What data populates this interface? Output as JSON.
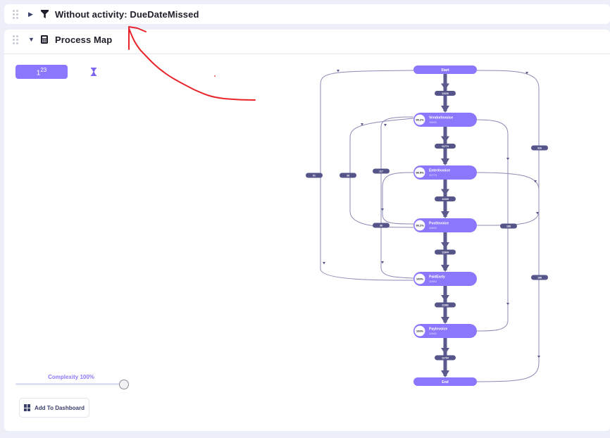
{
  "filter_panel": {
    "title": "Without activity: DueDateMissed",
    "icon": "filter-icon",
    "expanded": false
  },
  "process_map_panel": {
    "title": "Process Map",
    "icon": "calculator-icon",
    "expanded": true,
    "kpi_button": {
      "base": "1",
      "exp": "23",
      "icon": "superscript-numbers-icon"
    },
    "time_toggle_icon": "hourglass-icon",
    "complexity": {
      "label": "Complexity 100%",
      "value_percent": 100
    },
    "add_to_dashboard_label": "Add To Dashboard"
  },
  "process_map": {
    "colors": {
      "node": "#8b77fb",
      "edge": "#5b5a8c",
      "edge_label": "#56558a",
      "side_edge": "#8c89b3"
    },
    "nodes": [
      {
        "id": "start",
        "label": "Start",
        "count": null,
        "percent": null
      },
      {
        "id": "vendor",
        "label": "VendorInvoice",
        "count": "11692",
        "percent": "99.2%"
      },
      {
        "id": "enter",
        "label": "EnterInvoice",
        "count": "11773",
        "percent": "98.5%"
      },
      {
        "id": "post",
        "label": "PostInvoice",
        "count": "11692",
        "percent": "99.2%"
      },
      {
        "id": "paid",
        "label": "PaidEarly",
        "count": "11982",
        "percent": "100%"
      },
      {
        "id": "pay",
        "label": "PayInvoice",
        "count": "11982",
        "percent": "100%"
      },
      {
        "id": "end",
        "label": "End",
        "count": null,
        "percent": null
      }
    ],
    "main_edges": [
      {
        "from": "start",
        "to": "vendor",
        "label": "11626"
      },
      {
        "from": "vendor",
        "to": "enter",
        "label": "11774"
      },
      {
        "from": "enter",
        "to": "post",
        "label": "11029"
      },
      {
        "from": "post",
        "to": "paid",
        "label": "11844"
      },
      {
        "from": "paid",
        "to": "pay",
        "label": "11982"
      },
      {
        "from": "pay",
        "to": "end",
        "label": "11764"
      }
    ],
    "side_edges": [
      {
        "id": "paid-start",
        "label": "91"
      },
      {
        "id": "post-vendor",
        "label": "38"
      },
      {
        "id": "vendor-paid",
        "label": "117"
      },
      {
        "id": "enter-post",
        "label": "38"
      },
      {
        "id": "post-enter",
        "label": "188"
      },
      {
        "id": "start-end",
        "label": "326"
      },
      {
        "id": "pay-vendor",
        "label": "188"
      }
    ]
  },
  "annotation": {
    "type": "red-arrow",
    "color": "#e8242b"
  }
}
